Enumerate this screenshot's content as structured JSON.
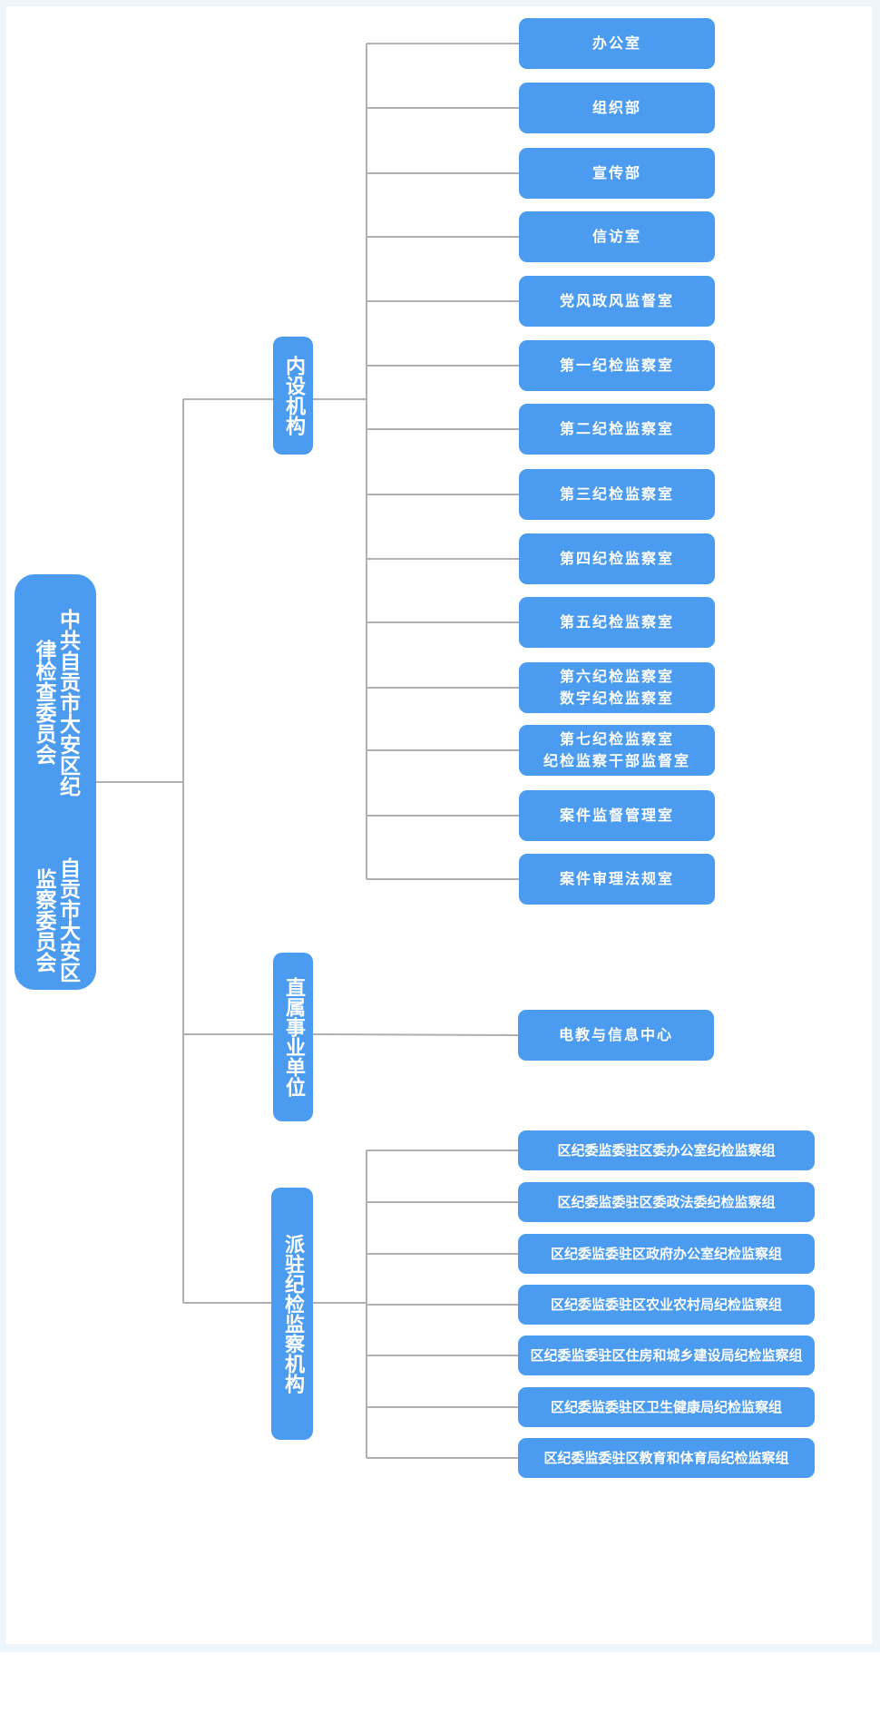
{
  "root": {
    "line1": "中共自贡市大安区纪律检查委员会",
    "line2": "自贡市大安区监察委员会"
  },
  "categories": [
    {
      "label": "内设机构",
      "children": [
        [
          "办公室"
        ],
        [
          "组织部"
        ],
        [
          "宣传部"
        ],
        [
          "信访室"
        ],
        [
          "党风政风监督室"
        ],
        [
          "第一纪检监察室"
        ],
        [
          "第二纪检监察室"
        ],
        [
          "第三纪检监察室"
        ],
        [
          "第四纪检监察室"
        ],
        [
          "第五纪检监察室"
        ],
        [
          "第六纪检监察室",
          "数字纪检监察室"
        ],
        [
          "第七纪检监察室",
          "纪检监察干部监督室"
        ],
        [
          "案件监督管理室"
        ],
        [
          "案件审理法规室"
        ]
      ]
    },
    {
      "label": "直属事业单位",
      "children": [
        [
          "电教与信息中心"
        ]
      ]
    },
    {
      "label": "派驻纪检监察机构",
      "children": [
        [
          "区纪委监委驻区委办公室纪检监察组"
        ],
        [
          "区纪委监委驻区委政法委纪检监察组"
        ],
        [
          "区纪委监委驻区政府办公室纪检监察组"
        ],
        [
          "区纪委监委驻区农业农村局纪检监察组"
        ],
        [
          "区纪委监委驻区住房和城乡建设局纪检监察组"
        ],
        [
          "区纪委监委驻区卫生健康局纪检监察组"
        ],
        [
          "区纪委监委驻区教育和体育局纪检监察组"
        ]
      ]
    }
  ],
  "colors": {
    "node": "#4b9cf0",
    "line": "#b0b0b0",
    "frame": "#eef5fb"
  }
}
